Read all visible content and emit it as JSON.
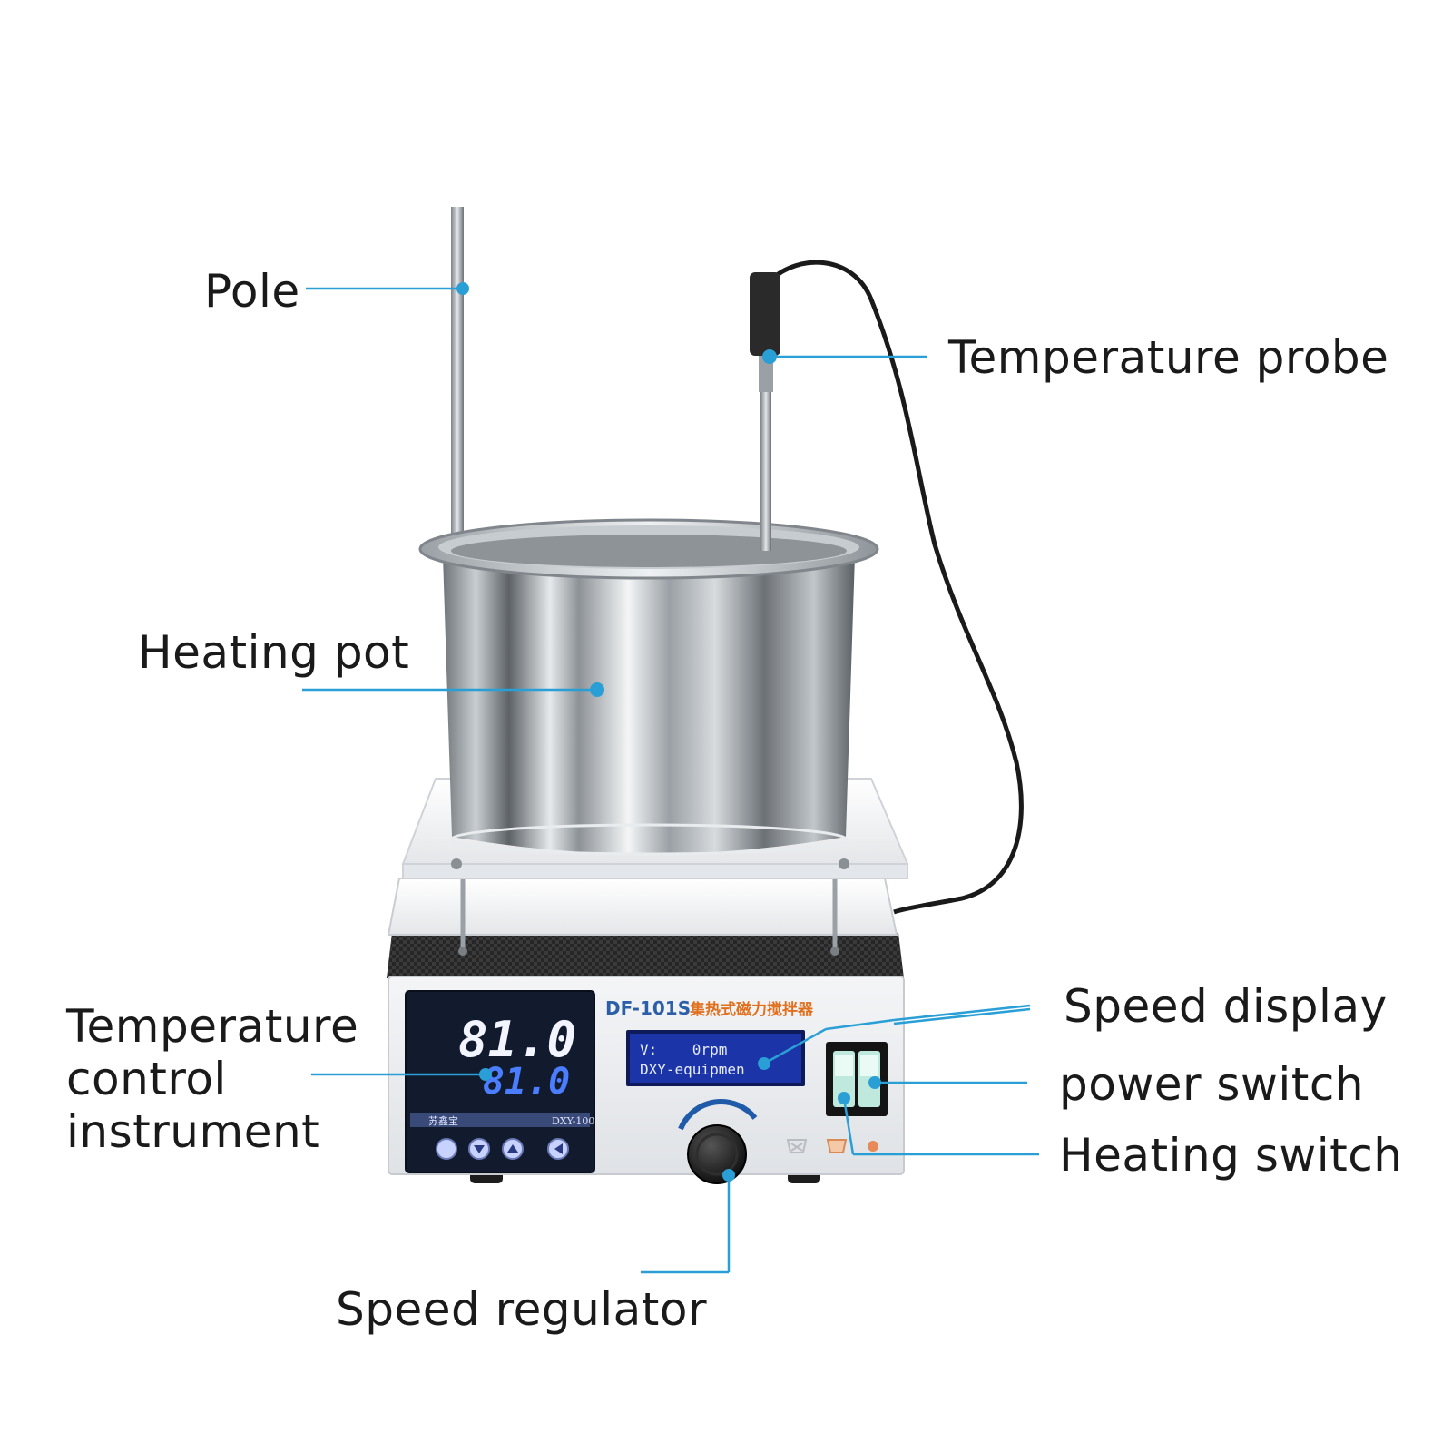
{
  "labels": {
    "pole": "Pole",
    "temperature_probe": "Temperature probe",
    "heating_pot": "Heating pot",
    "temperature_control": [
      "Temperature",
      "control",
      "instrument"
    ],
    "speed_display": "Speed display",
    "power_switch": "power switch",
    "heating_switch": "Heating switch",
    "speed_regulator": "Speed regulator"
  },
  "device": {
    "model": "DF-101S",
    "model_cn": "集热式磁力搅拌器",
    "temp_pv": "81.0",
    "temp_sv": "81.0",
    "controller_brand": "苏鑫宝",
    "controller_model": "DXY-100",
    "lcd_line1": "V:    0rpm",
    "lcd_line2": "DXY-equipmen"
  },
  "colors": {
    "callout": "#2a9fd6",
    "panel": "#eef0f3",
    "display_bg": "#121a2e",
    "digits_white": "#f2f4ff",
    "digits_blue": "#4a7dff",
    "lcd_bg": "#1b34a8",
    "brand_blue": "#2c5fa8",
    "brand_orange": "#e0701d"
  }
}
